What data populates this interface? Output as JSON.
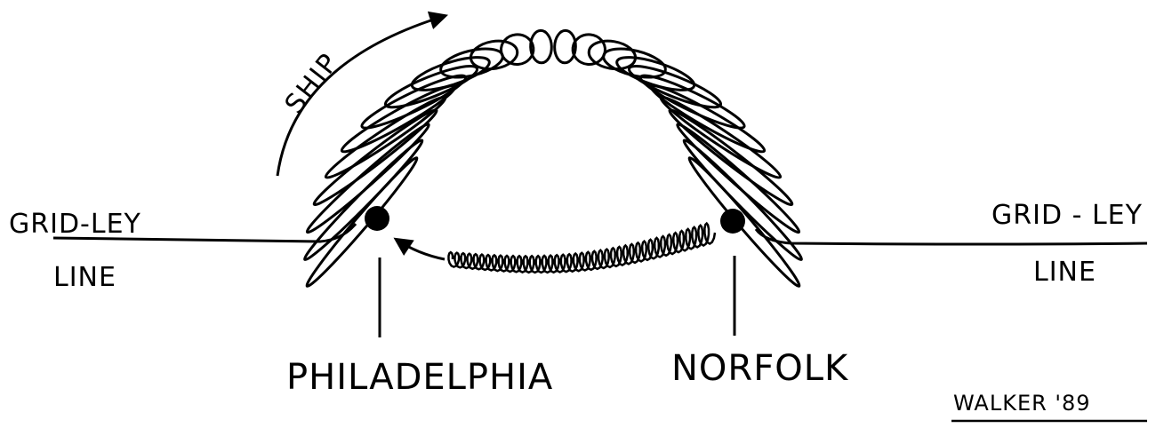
{
  "diagram": {
    "nodes": {
      "left": {
        "name": "PHILADELPHIA"
      },
      "right": {
        "name": "NORFOLK"
      }
    },
    "grid_left": {
      "line1": "GRID-LEY",
      "line2": "LINE"
    },
    "grid_right": {
      "line1": "GRID - LEY",
      "line2": "LINE"
    },
    "ship_label": "SHIP",
    "signature": "WALKER '89",
    "colors": {
      "ink": "#000000",
      "background": "#ffffff"
    }
  }
}
